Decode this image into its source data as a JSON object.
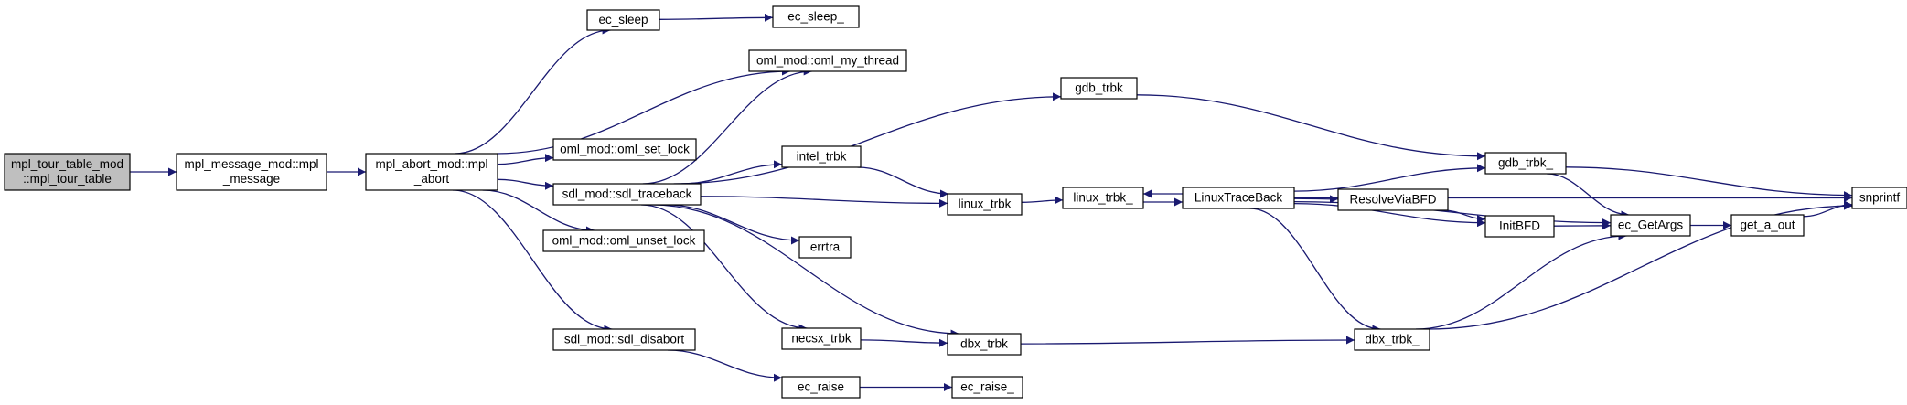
{
  "graph": {
    "edge_color": "#191970",
    "root_fill": "#bfbfbf",
    "nodes": [
      {
        "id": "root",
        "lines": [
          "mpl_tour_table_mod",
          "::mpl_tour_table"
        ]
      },
      {
        "id": "mpl_message",
        "lines": [
          "mpl_message_mod::mpl",
          "_message"
        ]
      },
      {
        "id": "mpl_abort",
        "lines": [
          "mpl_abort_mod::mpl",
          "_abort"
        ]
      },
      {
        "id": "ec_sleep",
        "lines": [
          "ec_sleep"
        ]
      },
      {
        "id": "ec_sleep_",
        "lines": [
          "ec_sleep_"
        ]
      },
      {
        "id": "oml_my_thread",
        "lines": [
          "oml_mod::oml_my_thread"
        ]
      },
      {
        "id": "oml_set_lock",
        "lines": [
          "oml_mod::oml_set_lock"
        ]
      },
      {
        "id": "sdl_traceback",
        "lines": [
          "sdl_mod::sdl_traceback"
        ]
      },
      {
        "id": "oml_unset_lock",
        "lines": [
          "oml_mod::oml_unset_lock"
        ]
      },
      {
        "id": "sdl_disabort",
        "lines": [
          "sdl_mod::sdl_disabort"
        ]
      },
      {
        "id": "gdb_trbk",
        "lines": [
          "gdb_trbk"
        ]
      },
      {
        "id": "intel_trbk",
        "lines": [
          "intel_trbk"
        ]
      },
      {
        "id": "errtra",
        "lines": [
          "errtra"
        ]
      },
      {
        "id": "necsx_trbk",
        "lines": [
          "necsx_trbk"
        ]
      },
      {
        "id": "ec_raise",
        "lines": [
          "ec_raise"
        ]
      },
      {
        "id": "ec_raise_",
        "lines": [
          "ec_raise_"
        ]
      },
      {
        "id": "linux_trbk",
        "lines": [
          "linux_trbk"
        ]
      },
      {
        "id": "dbx_trbk",
        "lines": [
          "dbx_trbk"
        ]
      },
      {
        "id": "linux_trbk_",
        "lines": [
          "linux_trbk_"
        ]
      },
      {
        "id": "LinuxTraceBack",
        "lines": [
          "LinuxTraceBack"
        ]
      },
      {
        "id": "ResolveViaBFD",
        "lines": [
          "ResolveViaBFD"
        ]
      },
      {
        "id": "gdb_trbk_",
        "lines": [
          "gdb_trbk_"
        ]
      },
      {
        "id": "InitBFD",
        "lines": [
          "InitBFD"
        ]
      },
      {
        "id": "dbx_trbk_",
        "lines": [
          "dbx_trbk_"
        ]
      },
      {
        "id": "ec_GetArgs",
        "lines": [
          "ec_GetArgs"
        ]
      },
      {
        "id": "get_a_out",
        "lines": [
          "get_a_out"
        ]
      },
      {
        "id": "snprintf",
        "lines": [
          "snprintf"
        ]
      }
    ],
    "edges": [
      [
        "root",
        "mpl_message"
      ],
      [
        "mpl_message",
        "mpl_abort"
      ],
      [
        "mpl_abort",
        "ec_sleep"
      ],
      [
        "mpl_abort",
        "oml_my_thread"
      ],
      [
        "mpl_abort",
        "oml_set_lock"
      ],
      [
        "mpl_abort",
        "sdl_traceback"
      ],
      [
        "mpl_abort",
        "oml_unset_lock"
      ],
      [
        "mpl_abort",
        "sdl_disabort"
      ],
      [
        "ec_sleep",
        "ec_sleep_"
      ],
      [
        "sdl_traceback",
        "oml_my_thread"
      ],
      [
        "sdl_traceback",
        "gdb_trbk"
      ],
      [
        "sdl_traceback",
        "intel_trbk"
      ],
      [
        "sdl_traceback",
        "linux_trbk"
      ],
      [
        "sdl_traceback",
        "errtra"
      ],
      [
        "sdl_traceback",
        "necsx_trbk"
      ],
      [
        "sdl_traceback",
        "dbx_trbk"
      ],
      [
        "sdl_disabort",
        "ec_raise"
      ],
      [
        "ec_raise",
        "ec_raise_"
      ],
      [
        "gdb_trbk",
        "gdb_trbk_"
      ],
      [
        "intel_trbk",
        "linux_trbk"
      ],
      [
        "linux_trbk",
        "linux_trbk_"
      ],
      [
        "necsx_trbk",
        "dbx_trbk"
      ],
      [
        "dbx_trbk",
        "dbx_trbk_"
      ],
      [
        "linux_trbk_",
        "LinuxTraceBack"
      ],
      [
        "LinuxTraceBack",
        "linux_trbk_"
      ],
      [
        "LinuxTraceBack",
        "gdb_trbk_"
      ],
      [
        "LinuxTraceBack",
        "ResolveViaBFD"
      ],
      [
        "LinuxTraceBack",
        "InitBFD"
      ],
      [
        "LinuxTraceBack",
        "ec_GetArgs"
      ],
      [
        "LinuxTraceBack",
        "dbx_trbk_"
      ],
      [
        "LinuxTraceBack",
        "snprintf"
      ],
      [
        "ResolveViaBFD",
        "InitBFD"
      ],
      [
        "gdb_trbk_",
        "ec_GetArgs"
      ],
      [
        "gdb_trbk_",
        "snprintf"
      ],
      [
        "InitBFD",
        "ec_GetArgs"
      ],
      [
        "dbx_trbk_",
        "ec_GetArgs"
      ],
      [
        "dbx_trbk_",
        "snprintf"
      ],
      [
        "ec_GetArgs",
        "get_a_out"
      ],
      [
        "get_a_out",
        "snprintf"
      ]
    ]
  }
}
